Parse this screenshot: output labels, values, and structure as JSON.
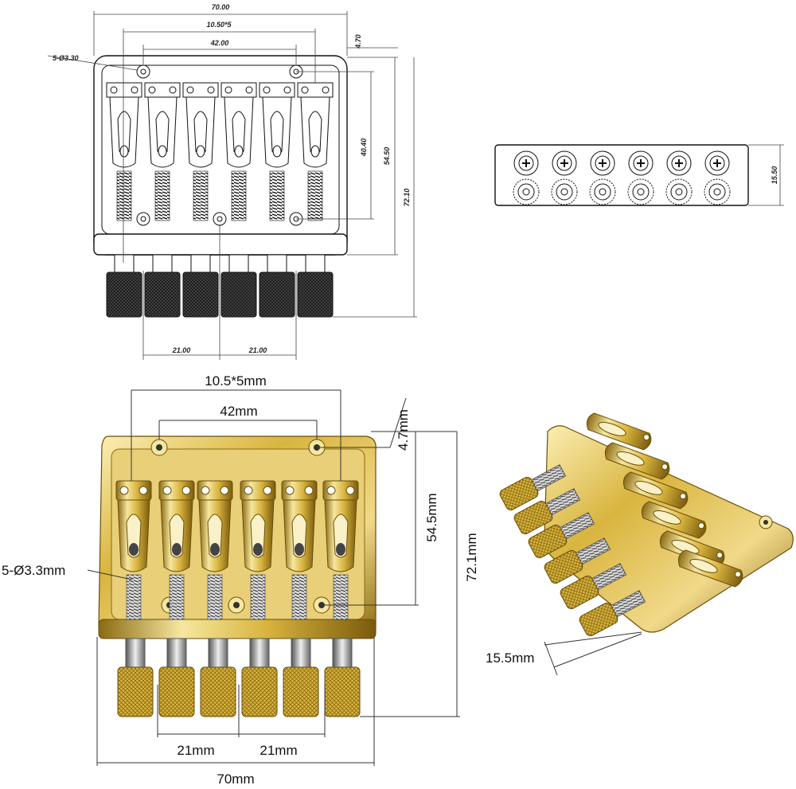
{
  "drawing": {
    "overall_width": "70.00",
    "spacing": "10.50*5",
    "hole_span": "42.00",
    "hole_callout": "5-Ø3.30",
    "top_offset": "4.70",
    "inner_length": "40.40",
    "body_length": "54.50",
    "total_length": "72.10",
    "side_height": "15.50",
    "knob_gap_left": "21.00",
    "knob_gap_right": "21.00"
  },
  "photo": {
    "spacing": "10.5*5mm",
    "hole_span": "42mm",
    "top_offset": "4.7mm",
    "body_length": "54.5mm",
    "total_length": "72.1mm",
    "hole_callout": "5-Ø3.3mm",
    "knob_gap_left": "21mm",
    "knob_gap_right": "21mm",
    "overall_width": "70mm",
    "side_height": "15.5mm"
  },
  "colors": {
    "gold": "#d9b53f",
    "gold_dark": "#8a6a12",
    "gold_light": "#f6e7a0",
    "black": "#1a1a1a",
    "line": "#333333"
  }
}
